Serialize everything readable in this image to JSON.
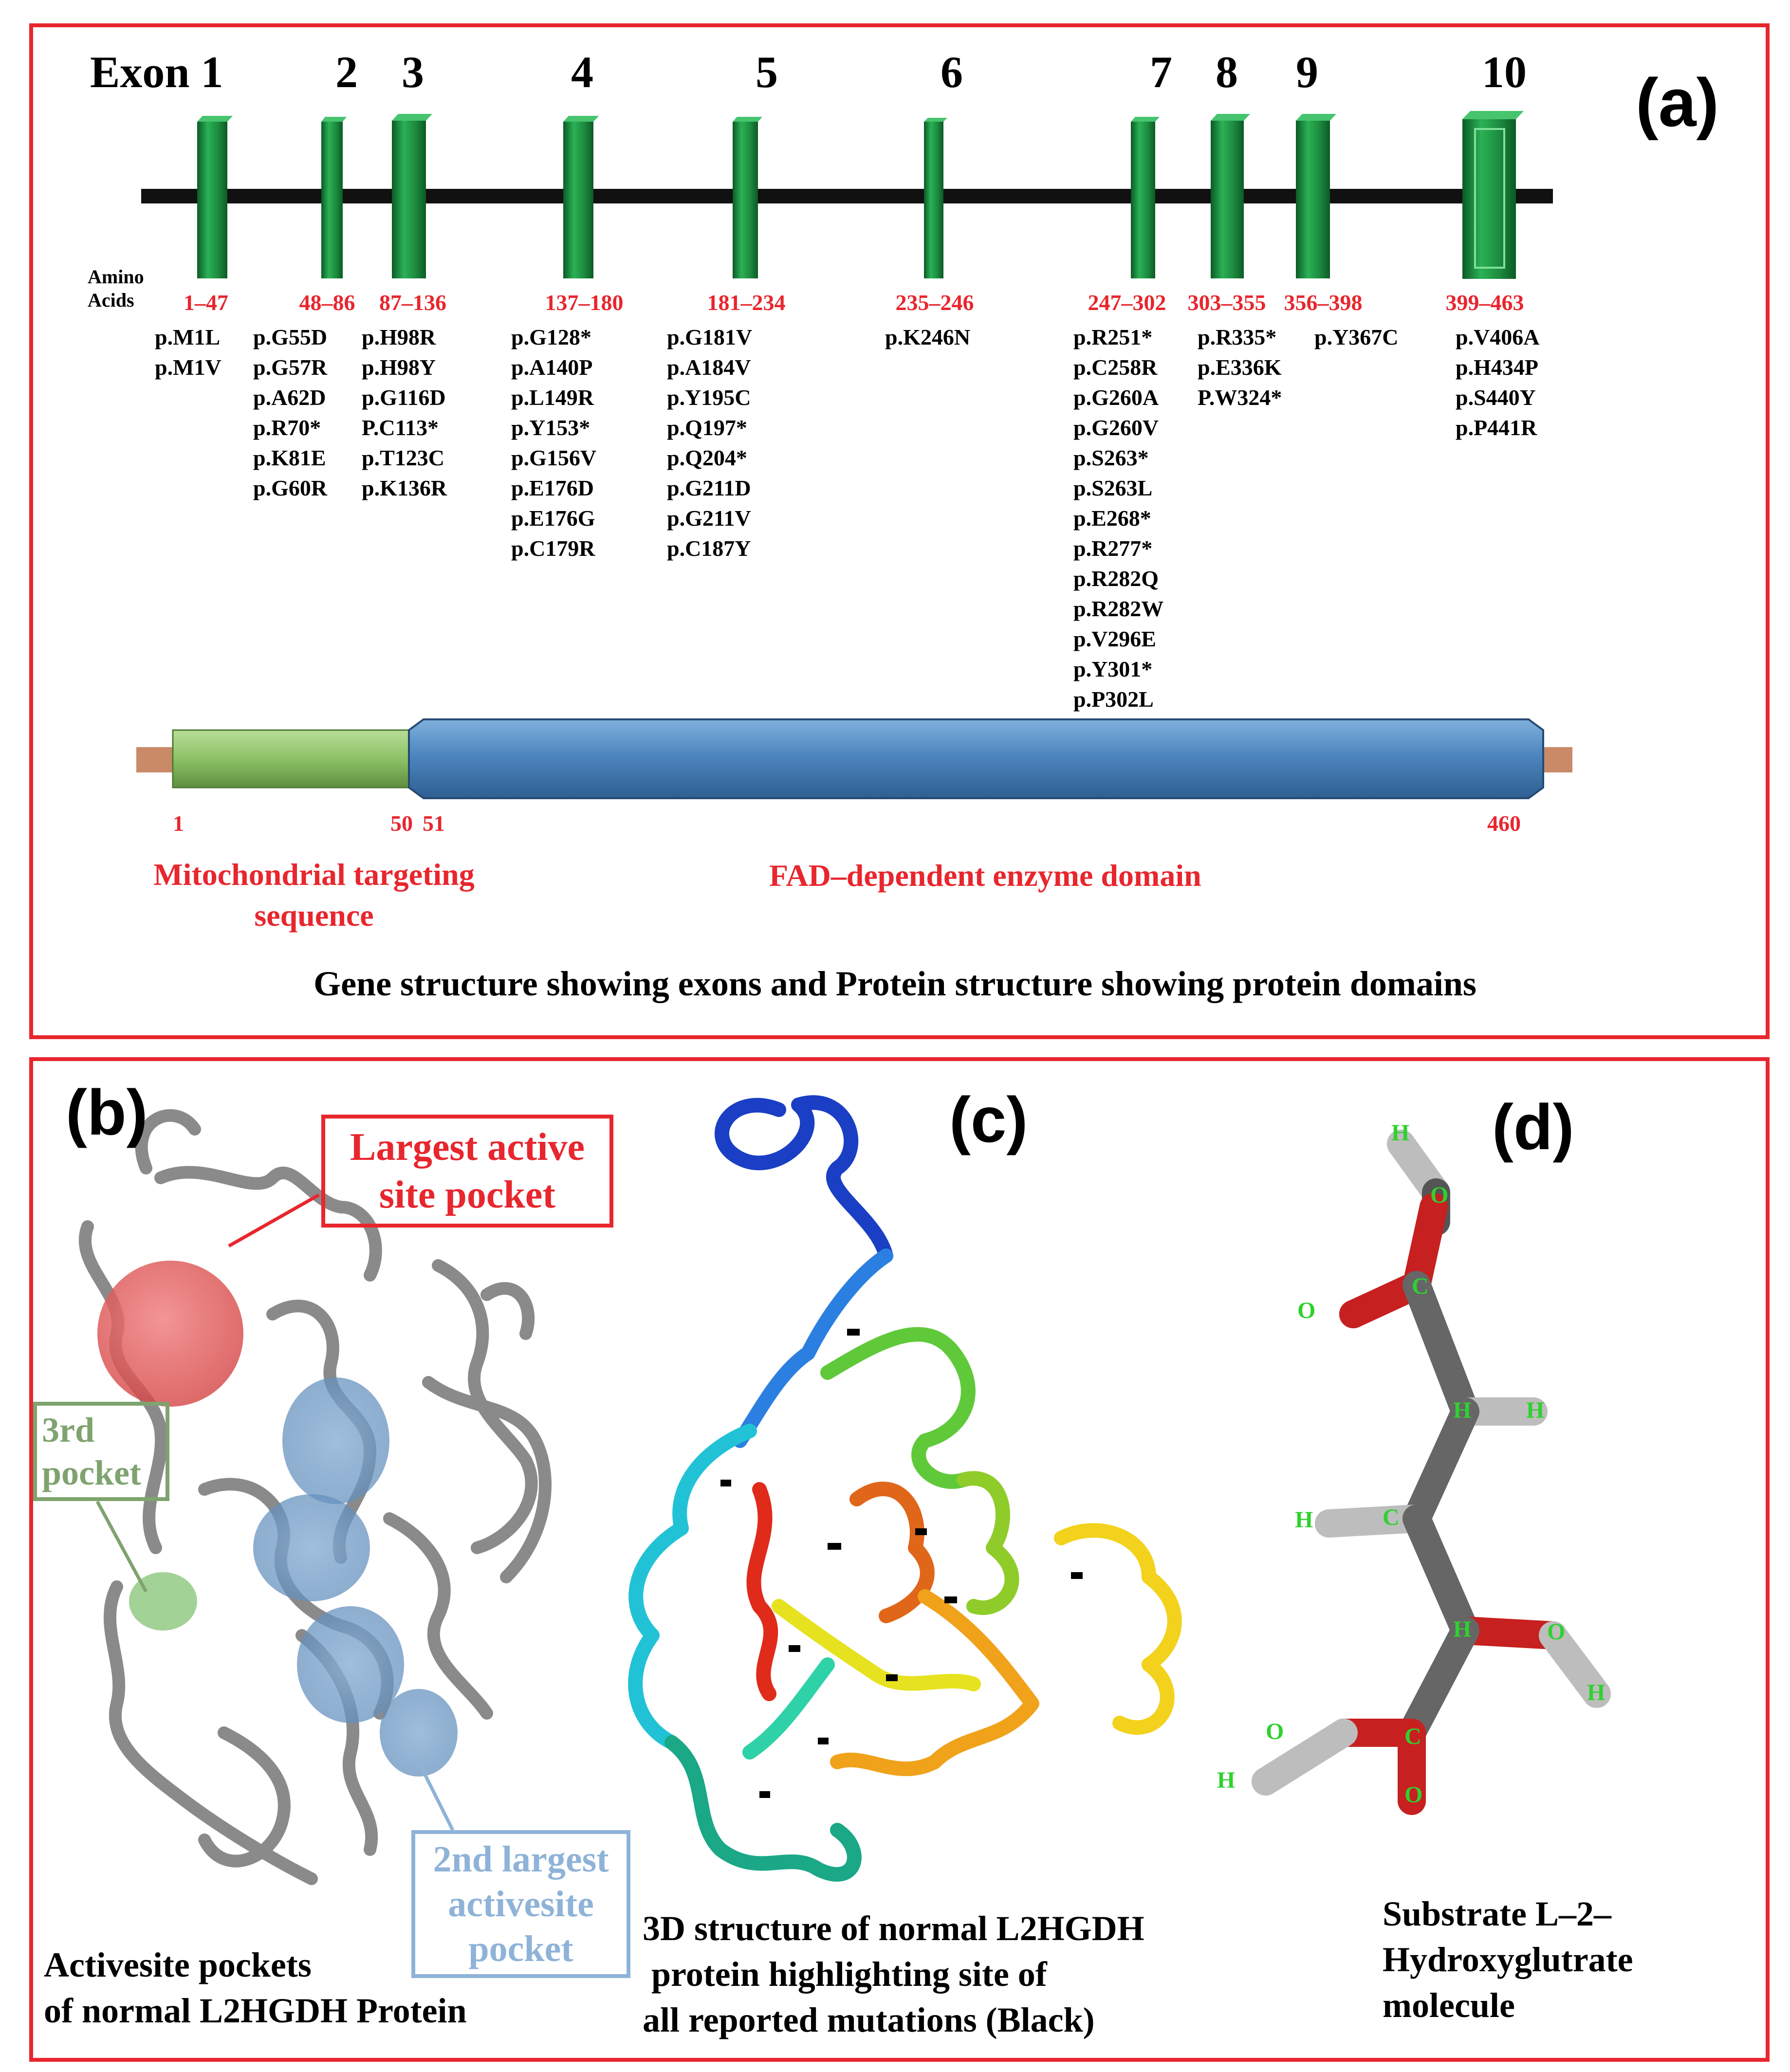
{
  "panel_a": {
    "tag": "(a)",
    "exon_prefix": "Exon",
    "exons": [
      {
        "number": "1",
        "aa": "1–47",
        "mutations": [
          "p.M1L",
          "p.M1V"
        ]
      },
      {
        "number": "2",
        "aa": "48–86",
        "mutations": [
          "p.G55D",
          "p.G57R",
          "p.A62D",
          "p.R70*",
          "p.K81E",
          "p.G60R"
        ]
      },
      {
        "number": "3",
        "aa": "87–136",
        "mutations": [
          "p.H98R",
          "p.H98Y",
          "p.G116D",
          "P.C113*",
          "p.T123C",
          "p.K136R"
        ]
      },
      {
        "number": "4",
        "aa": "137–180",
        "mutations": [
          "p.G128*",
          "p.A140P",
          "p.L149R",
          "p.Y153*",
          "p.G156V",
          "p.E176D",
          "p.E176G",
          "p.C179R"
        ]
      },
      {
        "number": "5",
        "aa": "181–234",
        "mutations": [
          "p.G181V",
          "p.A184V",
          "p.Y195C",
          "p.Q197*",
          "p.Q204*",
          "p.G211D",
          "p.G211V",
          "p.C187Y"
        ]
      },
      {
        "number": "6",
        "aa": "235–246",
        "mutations": [
          "p.K246N"
        ]
      },
      {
        "number": "7",
        "aa": "247–302",
        "mutations": [
          "p.R251*",
          "p.C258R",
          "p.G260A",
          "p.G260V",
          "p.S263*",
          "p.S263L",
          "p.E268*",
          "p.R277*",
          "p.R282Q",
          "p.R282W",
          "p.V296E",
          "p.Y301*",
          "p.P302L"
        ]
      },
      {
        "number": "8",
        "aa": "303–355",
        "mutations": [
          "p.R335*",
          "p.E336K",
          "P.W324*"
        ]
      },
      {
        "number": "9",
        "aa": "356–398",
        "mutations": [
          "p.Y367C"
        ]
      },
      {
        "number": "10",
        "aa": "399–463",
        "mutations": [
          "p.V406A",
          "p.H434P",
          "p.S440Y",
          "p.P441R"
        ]
      }
    ],
    "amino_acids_label_1": "Amino",
    "amino_acids_label_2": "Acids",
    "protein_positions": {
      "start": "1",
      "mts_end": "50",
      "fad_start": "51",
      "end": "460"
    },
    "mts_label_1": "Mitochondrial targeting",
    "mts_label_2": "sequence",
    "fad_label": "FAD–dependent enzyme domain",
    "caption": "Gene structure showing exons and Protein structure showing protein domains",
    "colors": {
      "exon": "#1f9a45",
      "exon_dark": "#0d5e27",
      "mts": "#8fc36a",
      "fad": "#4a7fb5",
      "linker": "#c98a67",
      "frame": "#e8262e"
    }
  },
  "panel_b": {
    "tag": "(b)",
    "largest_pocket_1": "Largest active",
    "largest_pocket_2": "site pocket",
    "third_pocket_1": "3rd",
    "third_pocket_2": "pocket",
    "second_pocket_1": "2nd largest",
    "second_pocket_2": "activesite",
    "second_pocket_3": "pocket",
    "caption_1": "Activesite pockets",
    "caption_2": "of normal L2HGDH Protein"
  },
  "panel_c": {
    "tag": "(c)",
    "caption_1": "3D structure of normal L2HGDH",
    "caption_2": " protein highlighting site of",
    "caption_3": "all reported mutations (Black)"
  },
  "panel_d": {
    "tag": "(d)",
    "caption_1": "Substrate L–2–",
    "caption_2": "Hydroxyglutrate",
    "caption_3": "molecule",
    "atom_labels": {
      "h": "H",
      "o": "O",
      "c": "C"
    }
  }
}
